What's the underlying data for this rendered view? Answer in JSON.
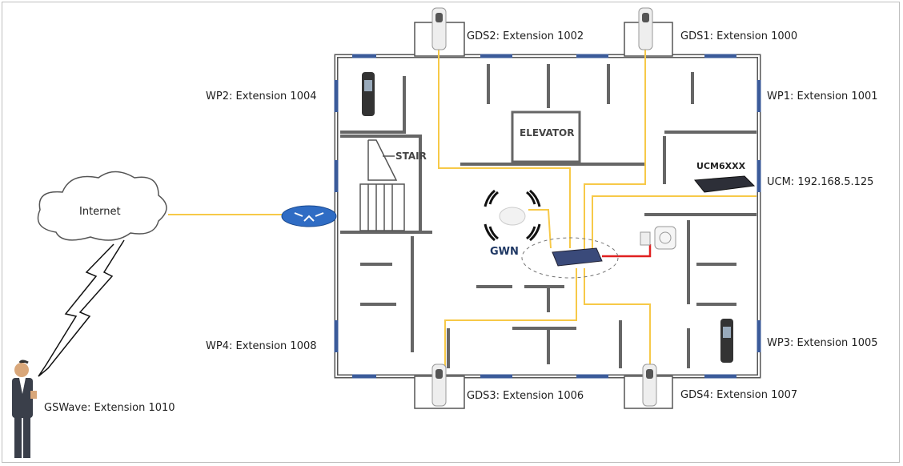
{
  "devices": {
    "gds2": "GDS2: Extension 1002",
    "gds1": "GDS1: Extension 1000",
    "wp2": "WP2: Extension 1004",
    "wp1": "WP1: Extension 1001",
    "ucm": "UCM: 192.168.5.125",
    "ucm_model": "UCM6XXX",
    "wp4": "WP4: Extension 1008",
    "wp3": "WP3: Extension 1005",
    "gds3": "GDS3: Extension 1006",
    "gds4": "GDS4: Extension 1007",
    "gswave": "GSWave: Extension 1010",
    "internet": "Internet",
    "gwn": "GWN"
  },
  "floorplan": {
    "elevator": "ELEVATOR",
    "stair": "STAIR"
  },
  "colors": {
    "cable": "#f7c948",
    "power_cable": "#e02020",
    "gwn_label": "#1f3864",
    "window": "#3b5b9a"
  }
}
